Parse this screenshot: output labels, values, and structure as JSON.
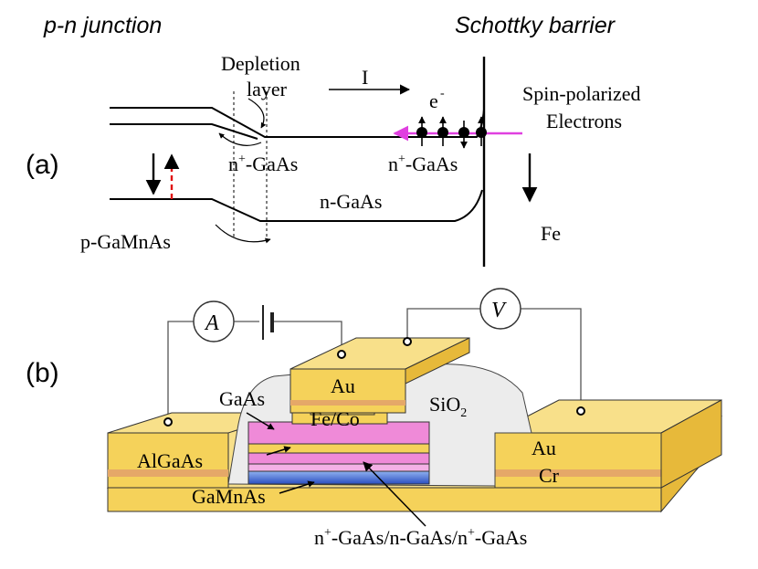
{
  "panel_a": {
    "label": "(a)",
    "title_left": "p-n junction",
    "title_right": "Schottky barrier",
    "depletion_line1": "Depletion",
    "depletion_line2": "layer",
    "current": "I",
    "electron": "e",
    "electron_sup": "-",
    "spin_line1": "Spin-polarized",
    "spin_line2": "Electrons",
    "nplus_left_sup": "n",
    "nplus_left": "+",
    "nplus_left_rest": "-GaAs",
    "nplus_right_sup": "n",
    "nplus_right": "+",
    "nplus_right_rest": "-GaAs",
    "n_gaas": "n-GaAs",
    "p_gamnas": "p-GaMnAs",
    "fe": "Fe"
  },
  "panel_b": {
    "label": "(b)",
    "ammeter": "A",
    "voltmeter": "V",
    "au_top": "Au",
    "gaas": "GaAs",
    "fe_co": "Fe/Co",
    "sio2_main": "SiO",
    "sio2_sub": "2",
    "algaas": "AlGaAs",
    "gamnas": "GaMnAs",
    "au_right": "Au",
    "cr_right": "Cr",
    "stack_n1": "n",
    "stack_sup1": "+",
    "stack_mid": "-GaAs/n-GaAs/n",
    "stack_sup2": "+",
    "stack_end": "-GaAs"
  },
  "colors": {
    "gold": "#f5d25a",
    "gold_side": "#e7b93a",
    "cr": "#e5a868",
    "pink": "#ef8ad8",
    "blue": "#4a6fd8",
    "sio2": "#ececec",
    "magenta_arrow": "#e040e0",
    "red_arrow": "#e01010"
  }
}
